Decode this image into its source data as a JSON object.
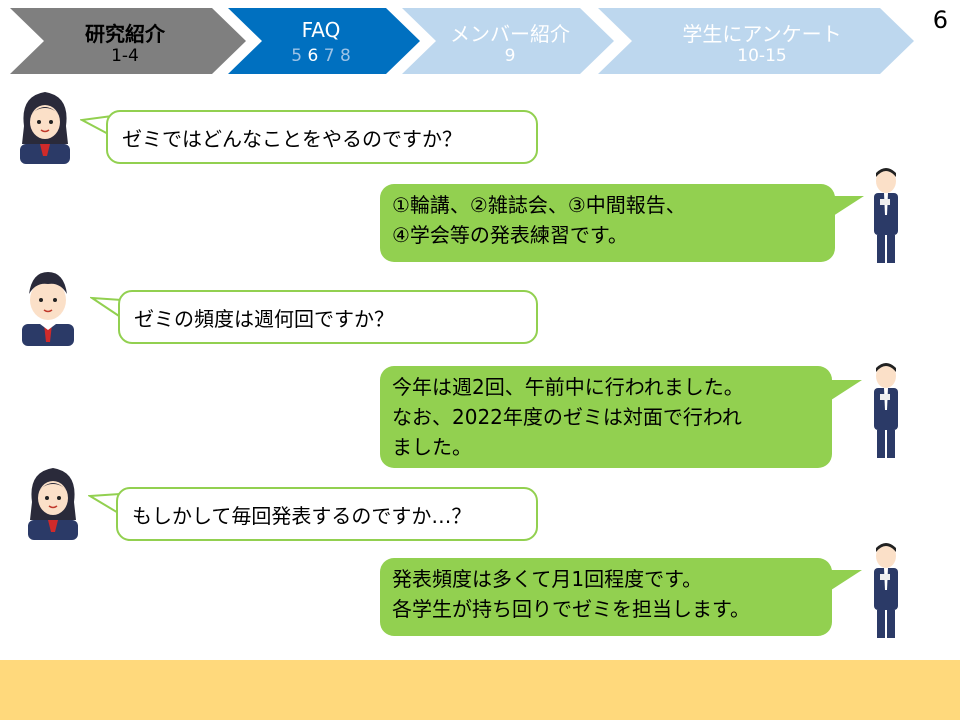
{
  "breadcrumb": [
    {
      "title": "研究紹介",
      "sub": "1-4"
    },
    {
      "title": "FAQ",
      "sub_pages": [
        "5",
        "6",
        "7",
        "8"
      ],
      "current": "6"
    },
    {
      "title": "メンバー紹介",
      "sub": "9"
    },
    {
      "title": "学生にアンケート",
      "sub": "10-15"
    }
  ],
  "page_number": "6",
  "faq": [
    {
      "question": "ゼミではどんなことをやるのですか？",
      "answer": [
        "①輪講、②雑誌会、③中間報告、",
        "④学会等の発表練習です。"
      ]
    },
    {
      "question": "ゼミの頻度は週何回ですか？",
      "answer": [
        "今年は週2回、午前中に行われました。",
        "なお、2022年度のゼミは対面で行われ",
        "ました。"
      ]
    },
    {
      "question": "もしかして毎回発表するのですか…？",
      "answer": [
        "発表頻度は多くて月1回程度です。",
        "各学生が持ち回りでゼミを担当します。"
      ]
    }
  ],
  "colors": {
    "nav_gray": "#7f7f7f",
    "nav_blue": "#0070c0",
    "nav_light": "#bdd7ee",
    "bubble_green": "#92d050",
    "footer": "#ffd97c"
  }
}
